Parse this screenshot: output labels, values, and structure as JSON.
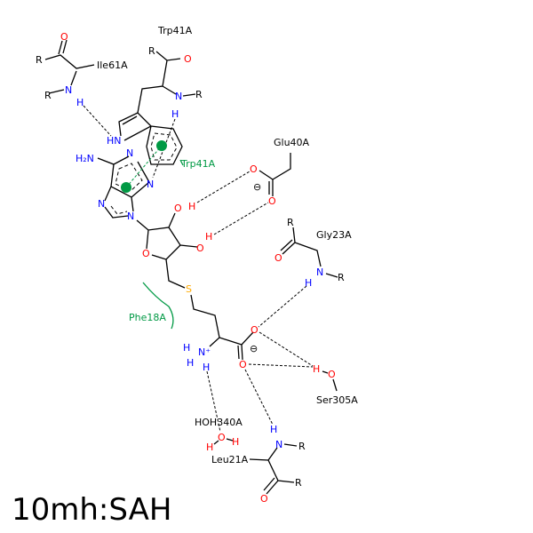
{
  "title": "10mh:SAH",
  "residues": {
    "ile61": "Ile61A",
    "trp41_top": "Trp41A",
    "trp41_pi": "Trp41A",
    "glu40": "Glu40A",
    "gly23": "Gly23A",
    "ser305": "Ser305A",
    "hoh340": "HOH340A",
    "leu21": "Leu21A",
    "phe18": "Phe18A"
  },
  "atoms": {
    "R": "R",
    "O": "O",
    "N": "N",
    "H": "H",
    "S": "S",
    "HN": "HN",
    "H2N": "H₂N",
    "Nplus": "N⁺",
    "minus": "⊖"
  },
  "colors": {
    "hydrophobic": "#009944",
    "nitrogen": "#0000ff",
    "oxygen": "#ff0000",
    "sulfur": "#ffaa00"
  }
}
